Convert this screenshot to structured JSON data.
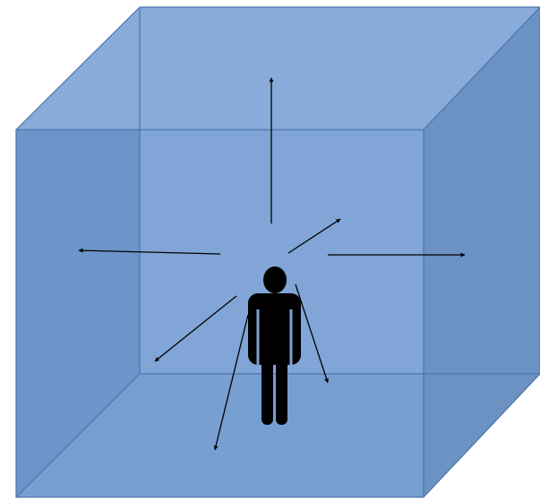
{
  "diagram": {
    "kind": "person-inside-translucent-cube",
    "colors": {
      "background": "#ffffff",
      "back_face": "#87aad8",
      "left_face": "#6c93c6",
      "right_face": "#6b92c2",
      "floor": "#7aa1d3",
      "ceiling": "#88abd9",
      "front_face": "#6f9ad2",
      "edge": "#4a74ad",
      "person": "#000000",
      "arrow": "#000000"
    },
    "icons": {
      "person": "person-icon"
    },
    "arrows": [
      {
        "direction": "up"
      },
      {
        "direction": "up-right"
      },
      {
        "direction": "right"
      },
      {
        "direction": "left"
      },
      {
        "direction": "down-left"
      },
      {
        "direction": "down"
      },
      {
        "direction": "down-right"
      }
    ]
  }
}
